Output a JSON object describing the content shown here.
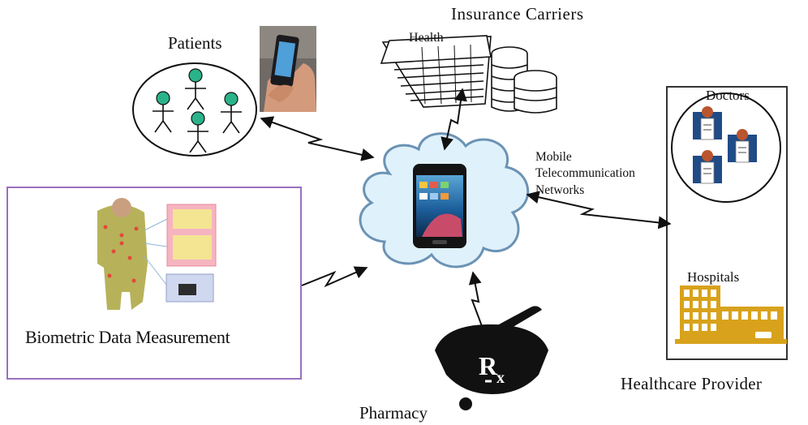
{
  "labels": {
    "insurance_carriers": "Insurance Carriers",
    "health": "Health",
    "patients": "Patients",
    "mobile_networks": [
      "Mobile",
      "Telecommunication",
      "Networks"
    ],
    "doctors": "Doctors",
    "hospitals": "Hospitals",
    "biometric": "Biometric Data Measurement",
    "healthcare_provider": "Healthcare Provider",
    "pharmacy": "Pharmacy"
  },
  "colors": {
    "patient_head": "#2ab38a",
    "cloud_fill": "#dff1fb",
    "cloud_stroke": "#6b93b4",
    "biometric_border": "#9a6fc0",
    "hospital_gold": "#d8a21c",
    "doctor_blue": "#1f4b86"
  }
}
